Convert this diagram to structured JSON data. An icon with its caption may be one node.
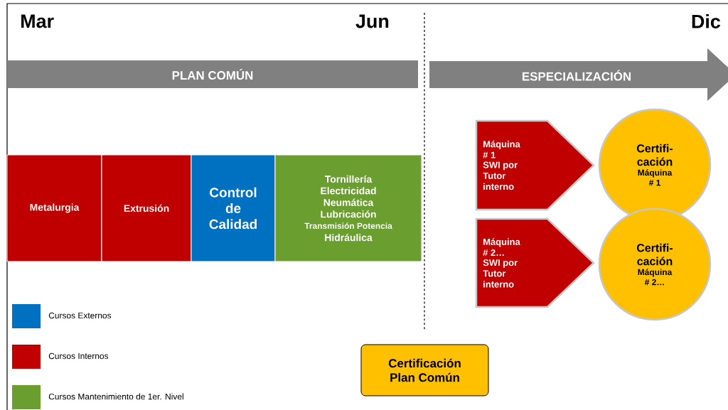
{
  "diagram": {
    "nodes": [
      {
        "text": [
          "PLAN COMÚN"
        ]
      },
      {
        "text": [
          "ESPECIALIZACIÓN"
        ]
      },
      {
        "text": [
          "Metalurgia"
        ]
      },
      {
        "text": [
          "Extrusión"
        ]
      },
      {
        "text": [
          "Control de Calidad"
        ]
      },
      {
        "text": [
          "Tornillería",
          "Electricidad",
          "Neumática",
          "Lubricación",
          "Transmisión Potencia",
          "Hidráulica"
        ]
      },
      {
        "text": [
          "Máquina # 1",
          "SWI por Tutor interno"
        ]
      },
      {
        "text": [
          "Certifi- cación",
          "Máquina # 1"
        ]
      },
      {
        "text": [
          "Máquina # 2…",
          "SWI por Tutor interno"
        ]
      },
      {
        "text": [
          "Certifi- cación",
          "Máquina # 2…"
        ]
      },
      {
        "text": [
          "Certificación Plan Común"
        ]
      }
    ],
    "labels": [
      "Mar",
      "Jun",
      "Dic"
    ],
    "legend": [
      {
        "text": "Cursos Externos",
        "color": "#0070c0"
      },
      {
        "text": "Cursos Internos",
        "color": "#c00000"
      },
      {
        "text": "Cursos Mantenimiento de 1er. Nivel",
        "color": "#6a9f2f"
      }
    ]
  }
}
